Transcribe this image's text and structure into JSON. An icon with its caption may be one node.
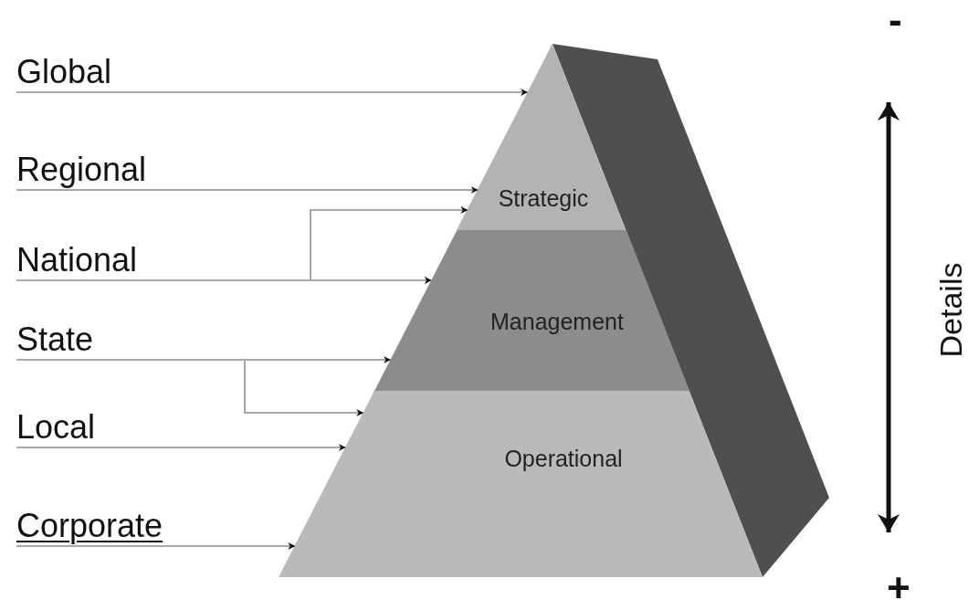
{
  "diagram": {
    "nodes": [
      {
        "text": [
          "Global"
        ]
      },
      {
        "text": [
          "Regional"
        ]
      },
      {
        "text": [
          "National"
        ]
      },
      {
        "text": [
          "State"
        ]
      },
      {
        "text": [
          "Local"
        ]
      },
      {
        "text": [
          "Corporate"
        ]
      },
      {
        "text": [
          "Strategic"
        ]
      },
      {
        "text": [
          "Management"
        ]
      },
      {
        "text": [
          "Operational"
        ]
      },
      {
        "text": [],
        "shape": "box"
      }
    ],
    "edges": [
      {
        "from": 0,
        "to": 6,
        "arrow": "to"
      },
      {
        "from": 1,
        "to": 6,
        "arrow": "to"
      },
      {
        "from": 2,
        "to": 6,
        "arrow": "to"
      },
      {
        "from": 2,
        "to": 7,
        "arrow": "to"
      },
      {
        "from": 3,
        "to": 7,
        "arrow": "to"
      },
      {
        "from": 3,
        "to": 8,
        "arrow": "to"
      },
      {
        "from": 4,
        "to": 8,
        "arrow": "to"
      },
      {
        "from": 5,
        "to": 8,
        "arrow": "to"
      }
    ],
    "labels": [
      "-",
      "Details",
      "+"
    ]
  }
}
